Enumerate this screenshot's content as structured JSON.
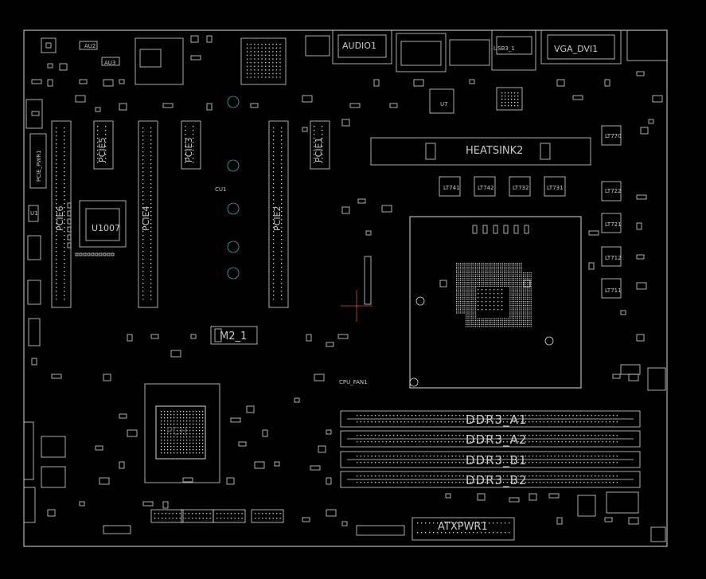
{
  "labels": {
    "audio": "AUDIO1",
    "vga_dvi": "VGA_DVI1",
    "usb": "USB3_1",
    "heatsink": "HEATSINK2",
    "pcie_pwr": "PCIE_PWR1",
    "pcie6": "PCIE6",
    "pcie5": "PCIE5",
    "pcie4": "PCIE4",
    "pcie3": "PCIE3",
    "pcie2": "PCIE2",
    "pcie1": "PCIE1",
    "u1007": "U1007",
    "m2": "M2_1",
    "pch": "PCH",
    "ddr_a1": "DDR3_A1",
    "ddr_a2": "DDR3_A2",
    "ddr_b1": "DDR3_B1",
    "ddr_b2": "DDR3_B2",
    "atxpwr": "ATXPWR1",
    "cpu_fan": "CPU_FAN1",
    "au2": "AU2",
    "au3": "AU3",
    "u7": "U7",
    "lt741": "LT741",
    "lt742": "LT742",
    "lt732": "LT732",
    "lt731": "LT731",
    "lt770": "LT770",
    "lt722": "LT722",
    "lt721": "LT721",
    "lt712": "LT712",
    "lt711": "LT711",
    "cu1": "CU1",
    "u1": "U1"
  },
  "colors": {
    "background": "#000000",
    "trace": "#d9d9d9",
    "label": "#c8c8c8",
    "via": "#3fa7b5",
    "marker": "#d04a4a"
  }
}
